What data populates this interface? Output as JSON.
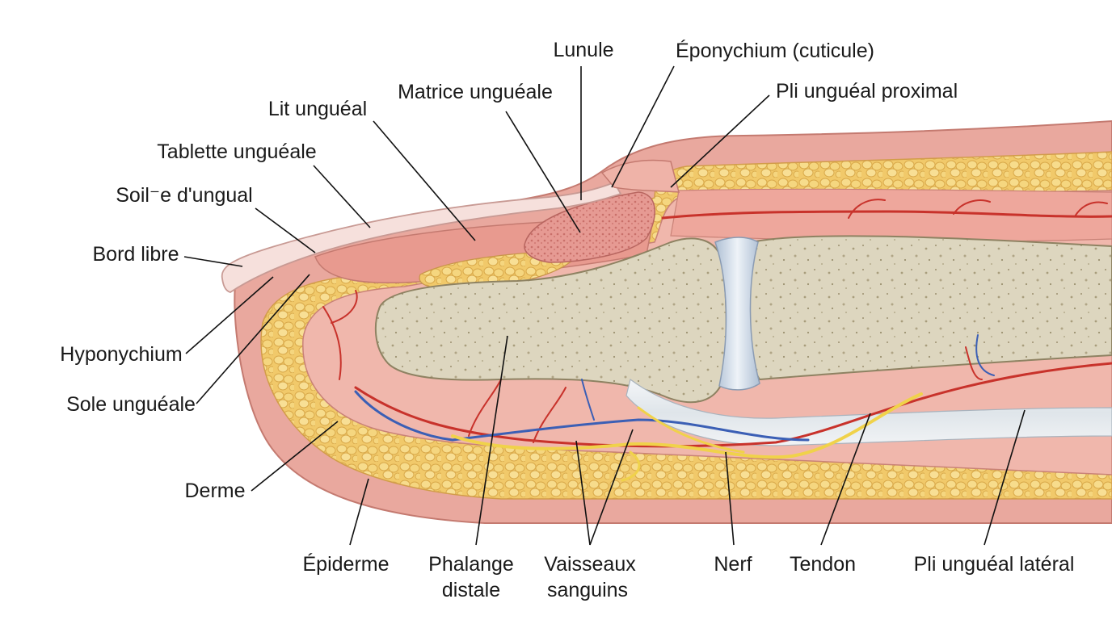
{
  "labels": {
    "lunule": "Lunule",
    "eponychium": "Éponychium (cuticule)",
    "matrice": "Matrice unguéale",
    "pli_proximal": "Pli unguéal proximal",
    "lit": "Lit unguéal",
    "tablette": "Tablette unguéale",
    "sillon": "Soil⁻e d'ungual",
    "bord_libre": "Bord libre",
    "hyponychium": "Hyponychium",
    "sole": "Sole unguéale",
    "derme": "Derme",
    "epiderme": "Épiderme",
    "phalange_1": "Phalange",
    "phalange_2": "distale",
    "vaisseaux_1": "Vaisseaux",
    "vaisseaux_2": "sanguins",
    "nerf": "Nerf",
    "tendon": "Tendon",
    "pli_lateral": "Pli unguéal latéral"
  },
  "colors": {
    "skin": "#e9a89e",
    "dermis": "#f0b7ac",
    "fat": "#f1c96a",
    "bone": "#ddd6bf",
    "cartilage": "#c9d6e6",
    "nail": "#f6e0dc",
    "artery": "#c8322b",
    "vein": "#3b5fb5",
    "nerve": "#f0d24a",
    "tendon": "#e8edf1"
  }
}
